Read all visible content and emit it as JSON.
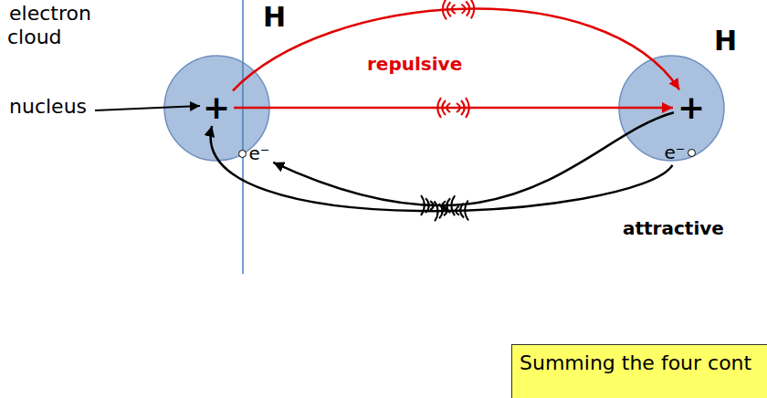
{
  "diagram": {
    "nodes": [
      {
        "text": [
          "H"
        ]
      },
      {
        "text": [
          "+"
        ],
        "in": 0
      },
      {
        "text": [
          "e⁻"
        ],
        "in": 0
      },
      {
        "text": [
          "H"
        ]
      },
      {
        "text": [
          "+"
        ],
        "in": 3
      },
      {
        "text": [
          "e⁻"
        ],
        "in": 3
      },
      {
        "text": [
          "Summing the four cont"
        ]
      }
    ],
    "edges": [
      {
        "from": 1,
        "to": 4,
        "arrow": "to"
      },
      {
        "from": 1,
        "to": 4,
        "arrow": "to"
      },
      {
        "from": 5,
        "to": 1,
        "arrow": "to"
      },
      {
        "from": 4,
        "to": 2,
        "arrow": "to"
      }
    ],
    "labels": [
      "electron cloud",
      "nucleus",
      "repulsive",
      "attractive"
    ]
  }
}
